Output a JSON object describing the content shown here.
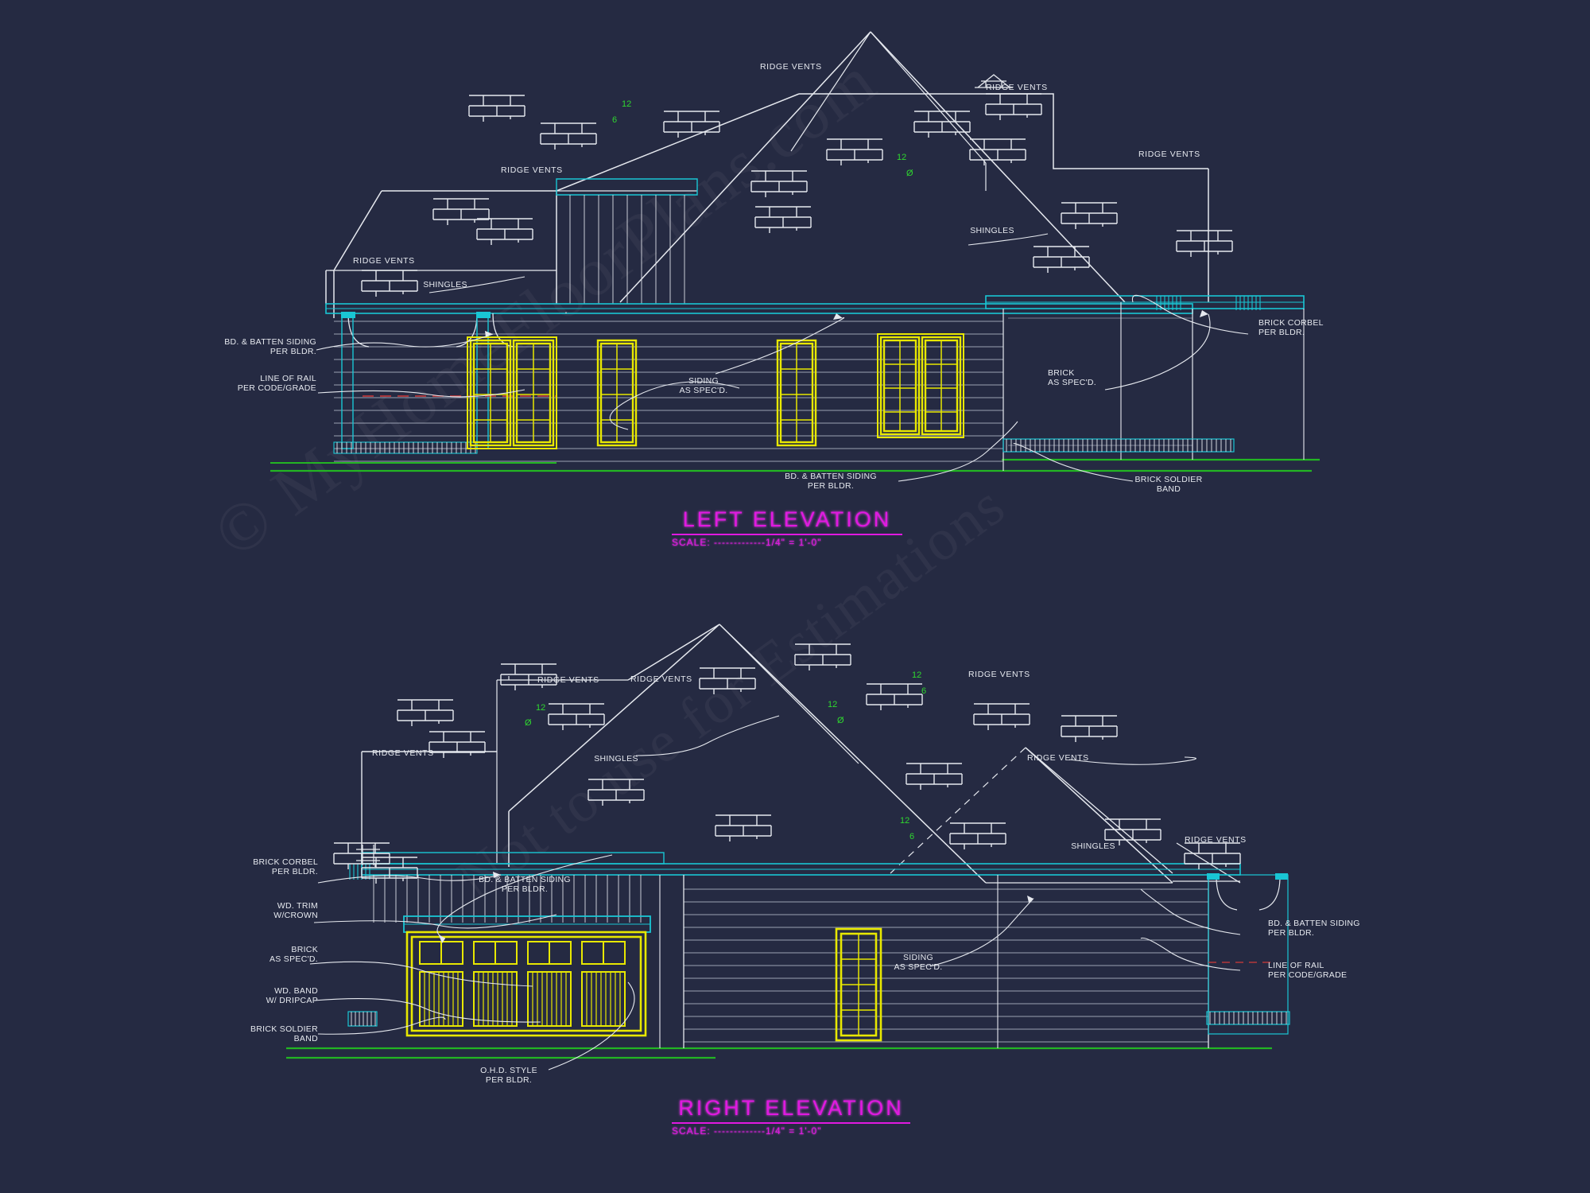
{
  "sheet": {
    "background_color": "#252a42",
    "line_color": "#e6e9ef",
    "accent_cyan": "#19c6d4",
    "accent_yellow": "#e8e800",
    "accent_green": "#23b523",
    "accent_magenta": "#e019e0",
    "pitch_color": "#2fd82f"
  },
  "watermark": {
    "line1": "© MyHomeFloorPlans.com",
    "line2": "Not to use for Estimations"
  },
  "elevations": [
    {
      "id": "left-elevation",
      "title": "LEFT ELEVATION",
      "scale": "SCALE: -------------1/4\" = 1'-0\"",
      "pitch_markers": [
        {
          "rise": "12",
          "run": "6"
        },
        {
          "rise": "12",
          "run": "Ø"
        }
      ],
      "ridge_vent_labels": [
        "RIDGE VENTS",
        "RIDGE VENTS",
        "RIDGE VENTS",
        "RIDGE VENTS",
        "RIDGE VENTS"
      ],
      "notes": [
        {
          "name": "shingles-note-left",
          "text": "SHINGLES"
        },
        {
          "name": "shingles-note-right",
          "text": "SHINGLES"
        },
        {
          "name": "bd-batten-siding-note-left",
          "text": "BD. & BATTEN SIDING\nPER BLDR."
        },
        {
          "name": "line-of-rail-note",
          "text": "LINE OF RAIL\nPER CODE/GRADE"
        },
        {
          "name": "siding-as-specd-note",
          "text": "SIDING\nAS SPEC'D."
        },
        {
          "name": "brick-as-specd-note",
          "text": "BRICK\nAS SPEC'D."
        },
        {
          "name": "brick-corbel-note",
          "text": "BRICK CORBEL\nPER BLDR."
        },
        {
          "name": "bd-batten-siding-note-bottom",
          "text": "BD. & BATTEN SIDING\nPER BLDR."
        },
        {
          "name": "brick-soldier-band-note",
          "text": "BRICK SOLDIER\nBAND"
        }
      ]
    },
    {
      "id": "right-elevation",
      "title": "RIGHT ELEVATION",
      "scale": "SCALE: -------------1/4\" = 1'-0\"",
      "pitch_markers": [
        {
          "rise": "12",
          "run": "Ø"
        },
        {
          "rise": "12",
          "run": "Ø"
        },
        {
          "rise": "12",
          "run": "6"
        },
        {
          "rise": "12",
          "run": "6"
        }
      ],
      "ridge_vent_labels": [
        "RIDGE VENTS",
        "RIDGE VENTS",
        "RIDGE VENTS",
        "RIDGE VENTS",
        "RIDGE VENTS",
        "RIDGE VENTS"
      ],
      "notes": [
        {
          "name": "shingles-note-left",
          "text": "SHINGLES"
        },
        {
          "name": "shingles-note-right",
          "text": "SHINGLES"
        },
        {
          "name": "brick-corbel-note",
          "text": "BRICK CORBEL\nPER BLDR."
        },
        {
          "name": "wd-trim-crown-note",
          "text": "WD. TRIM\nW/CROWN"
        },
        {
          "name": "brick-as-specd-note",
          "text": "BRICK\nAS SPEC'D."
        },
        {
          "name": "wd-band-dripcap-note",
          "text": "WD. BAND\nW/ DRIPCAP"
        },
        {
          "name": "brick-soldier-band-note",
          "text": "BRICK SOLDIER\nBAND"
        },
        {
          "name": "bd-batten-siding-note-top",
          "text": "BD. & BATTEN SIDING\nPER BLDR."
        },
        {
          "name": "ohd-style-note",
          "text": "O.H.D. STYLE\nPER BLDR."
        },
        {
          "name": "siding-as-specd-note",
          "text": "SIDING\nAS SPEC'D."
        },
        {
          "name": "bd-batten-siding-note-right",
          "text": "BD. & BATTEN SIDING\nPER BLDR."
        },
        {
          "name": "line-of-rail-note",
          "text": "LINE OF RAIL\nPER CODE/GRADE"
        }
      ]
    }
  ]
}
